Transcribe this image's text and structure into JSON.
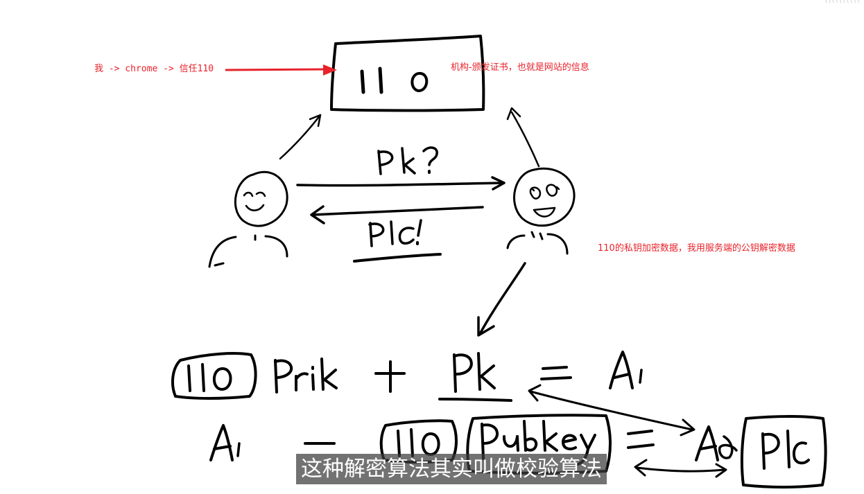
{
  "annotations": {
    "left": "我 -> chrome -> 信任110",
    "right_top": "机构-颁发证书，也就是网站的信息",
    "right_mid": "110的私钥加密数据，我用服务端的公钥解密数据"
  },
  "subtitle": "这种解密算法其实叫做校验算法",
  "colors": {
    "annotation": "#e8222a",
    "ink": "#000000",
    "subtitle_bg": "#3c3c3c"
  }
}
